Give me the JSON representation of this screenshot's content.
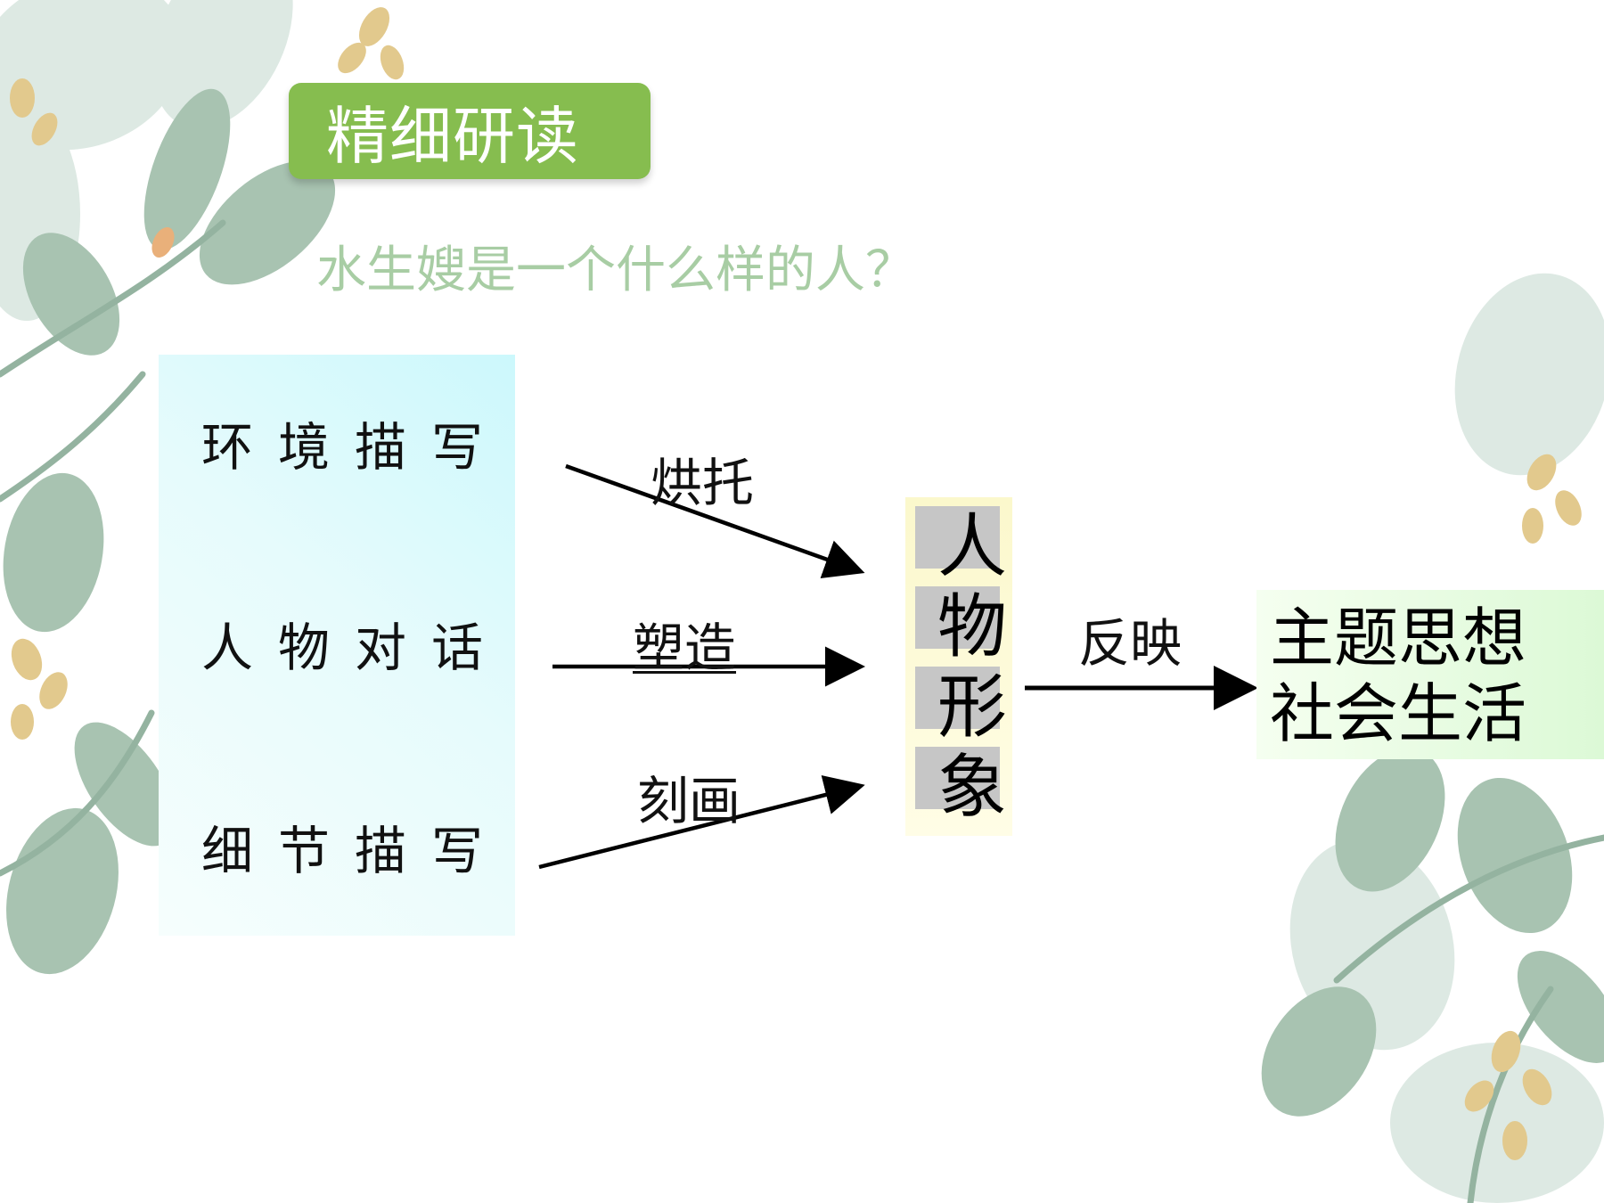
{
  "slide": {
    "title": "精细研读",
    "question": "水生嫂是一个什么样的人？"
  },
  "diagram": {
    "methods": [
      "环境描写",
      "人物对话",
      "细节描写"
    ],
    "edges": [
      {
        "from": "环境描写",
        "to": "人物形象",
        "label": "烘托"
      },
      {
        "from": "人物对话",
        "to": "人物形象",
        "label": "塑造"
      },
      {
        "from": "细节描写",
        "to": "人物形象",
        "label": "刻画"
      },
      {
        "from": "人物形象",
        "to": "主题思想 社会生活",
        "label": "反映"
      }
    ],
    "center": {
      "chars": [
        "人",
        "物",
        "形",
        "象"
      ]
    },
    "result": {
      "line1": "主题思想",
      "line2": "社会生活"
    }
  },
  "colors": {
    "title_bg": "#86bd4f",
    "question_text": "#a8cda4",
    "leaf_green": "#8fae99",
    "flower_yellow": "#e2c98d"
  }
}
